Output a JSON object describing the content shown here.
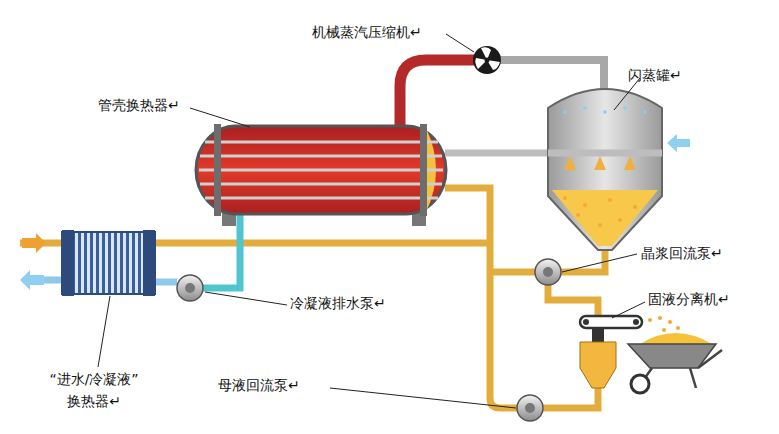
{
  "diagram": {
    "labels": [
      "机械蒸汽压缩机↵",
      "闪蒸罐↵",
      "管壳换热器↵",
      "晶浆回流泵↵",
      "固液分离机↵",
      "冷凝液排水泵↵",
      "“进水/冷凝液” 换热器↵",
      "母液回流泵↵"
    ]
  }
}
